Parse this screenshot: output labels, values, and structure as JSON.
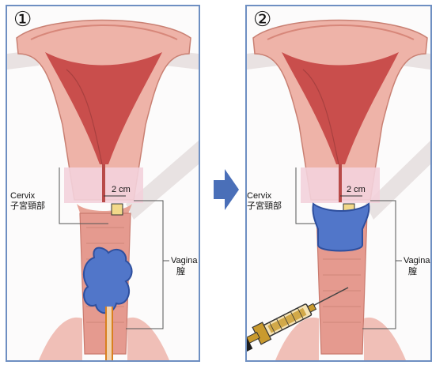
{
  "panels": [
    {
      "step_number": "①",
      "cervix_label": "Cervix",
      "cervix_label_zh": "子宮頸部",
      "distance_label": "2 cm",
      "vagina_label": "Vagina",
      "vagina_label_zh": "膣",
      "shows": "tumor-mass"
    },
    {
      "step_number": "②",
      "cervix_label": "Cervix",
      "cervix_label_zh": "子宮頸部",
      "distance_label": "2 cm",
      "vagina_label": "Vagina",
      "vagina_label_zh": "膣",
      "shows": "applicator-and-syringe"
    }
  ],
  "colors": {
    "panel_border": "#6e8fc2",
    "tissue": "#eeb3a8",
    "cavity": "#c94e4c",
    "cervix_band": "#f3d1dc",
    "tumor_blue": "#5176c9",
    "arrow_blue": "#4a6fb8",
    "syringe_gold": "#c99a2e"
  },
  "icons": {
    "arrow": "right-arrow-icon",
    "syringe": "syringe-icon"
  }
}
